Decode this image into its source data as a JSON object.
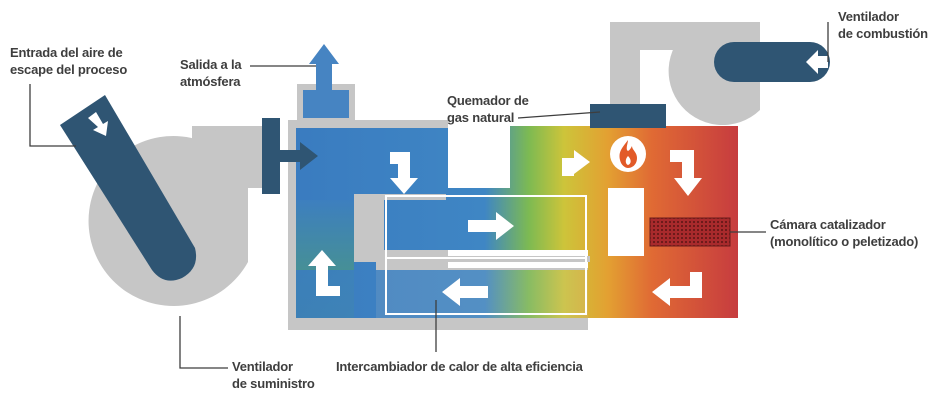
{
  "labels": {
    "exhaust_inlet": {
      "line1": "Entrada del aire de",
      "line2": "escape del proceso"
    },
    "atmosphere_outlet": {
      "line1": "Salida a la",
      "line2": "atmósfera"
    },
    "gas_burner": {
      "line1": "Quemador de",
      "line2": "gas natural"
    },
    "combustion_fan": {
      "line1": "Ventilador",
      "line2": "de combustión"
    },
    "catalyst_chamber": {
      "line1": "Cámara catalizador",
      "line2": "(monolítico o peletizado)"
    },
    "supply_fan": {
      "line1": "Ventilador",
      "line2": "de suministro"
    },
    "heat_exchanger": {
      "line1": "Intercambiador de calor de alta eficiencia"
    }
  },
  "colors": {
    "duct_gray": "#c6c6c6",
    "dark_blue": "#2f5573",
    "cool_blue": "#3a7cc0",
    "green": "#58a64e",
    "yellow": "#e0c02e",
    "orange": "#e0702e",
    "red": "#c83c3c",
    "leader_line": "#3e3e3e",
    "flame": "#e25a28"
  },
  "icons": [
    "arrow-icon",
    "flame-icon"
  ]
}
